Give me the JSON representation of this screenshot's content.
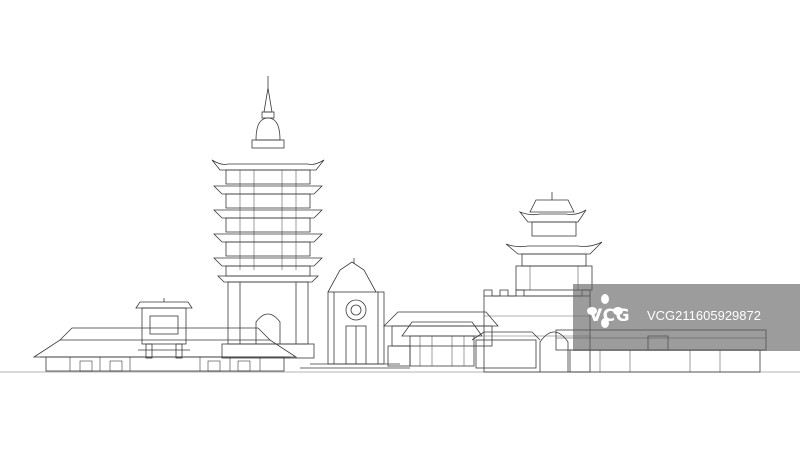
{
  "scene": {
    "subject": "skyline-line-drawing",
    "background_color": "#ffffff",
    "line_color": "#3a3a3a"
  },
  "watermark": {
    "brand": "VCG",
    "image_id": "VCG211605929872",
    "overlay_color": "#5f5f5f",
    "text_color": "#ffffff"
  }
}
